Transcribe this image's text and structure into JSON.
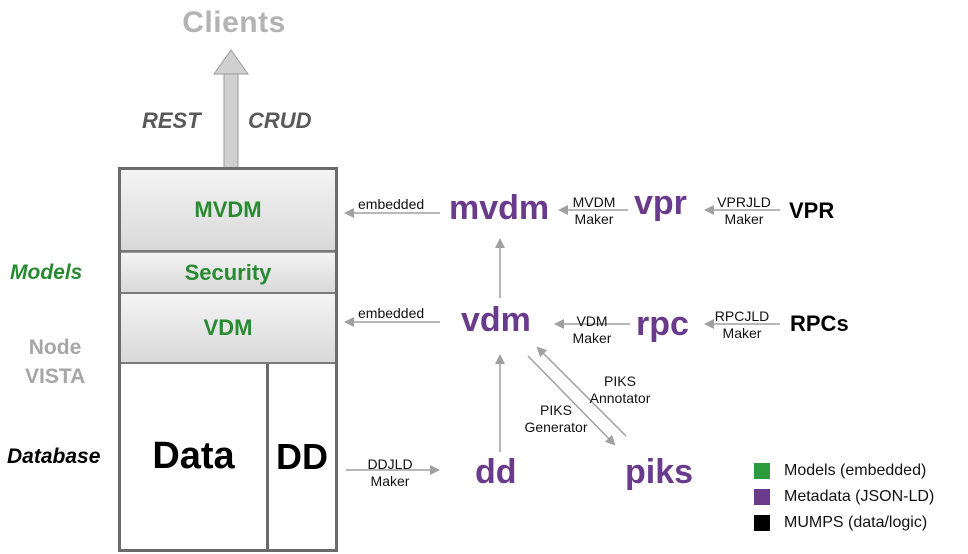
{
  "clients_title": "Clients",
  "rest_label": "REST",
  "crud_label": "CRUD",
  "stack": {
    "mvdm": "MVDM",
    "security": "Security",
    "vdm": "VDM",
    "data": "Data",
    "dd": "DD"
  },
  "side_labels": {
    "models": "Models",
    "node_line1": "Node",
    "node_line2": "VISTA",
    "database": "Database"
  },
  "nodes": {
    "mvdm": "mvdm",
    "vdm": "vdm",
    "dd": "dd",
    "vpr": "vpr",
    "rpc": "rpc",
    "piks": "piks",
    "VPR": "VPR",
    "RPCs": "RPCs"
  },
  "edge_labels": {
    "embedded_top": "embedded",
    "embedded_mid": "embedded",
    "mvdm_maker_1": "MVDM",
    "mvdm_maker_2": "Maker",
    "vprjld_1": "VPRJLD",
    "vprjld_2": "Maker",
    "vdm_maker_1": "VDM",
    "vdm_maker_2": "Maker",
    "rpcjld_1": "RPCJLD",
    "rpcjld_2": "Maker",
    "ddjld_1": "DDJLD",
    "ddjld_2": "Maker",
    "piks_gen_1": "PIKS",
    "piks_gen_2": "Generator",
    "piks_ann_1": "PIKS",
    "piks_ann_2": "Annotator"
  },
  "legend": [
    {
      "label": "Models (embedded)",
      "color": "#2e9a3e"
    },
    {
      "label": "Metadata (JSON-LD)",
      "color": "#6a3a8c"
    },
    {
      "label": "MUMPS (data/logic)",
      "color": "#000000"
    }
  ],
  "colors": {
    "green": "#2a8a32",
    "purple": "#6a3a8c",
    "gray_text": "#b3b3b3",
    "arrow": "#a0a0a0"
  }
}
